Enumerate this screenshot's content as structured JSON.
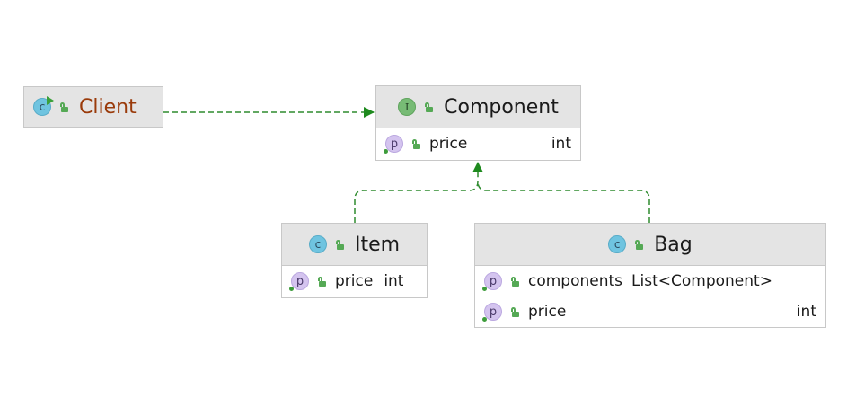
{
  "diagram": {
    "nodes": {
      "client": {
        "title": "Client",
        "kind_icon": "class-run-icon",
        "members": []
      },
      "component": {
        "title": "Component",
        "kind_icon": "interface-icon",
        "kind_letter": "I",
        "members": [
          {
            "name": "price",
            "type": "int"
          }
        ]
      },
      "item": {
        "title": "Item",
        "kind_icon": "class-icon",
        "kind_letter": "c",
        "members": [
          {
            "name": "price",
            "type": "int"
          }
        ]
      },
      "bag": {
        "title": "Bag",
        "kind_icon": "class-icon",
        "kind_letter": "c",
        "members": [
          {
            "name": "components",
            "type": "List<Component>"
          },
          {
            "name": "price",
            "type": "int"
          }
        ]
      }
    },
    "property_letter": "p",
    "client_letter": "c",
    "edges": [
      {
        "from": "Client",
        "to": "Component",
        "style": "dashed",
        "relation": "dependency"
      },
      {
        "from": "Item",
        "to": "Component",
        "style": "dashed",
        "relation": "implements"
      },
      {
        "from": "Bag",
        "to": "Component",
        "style": "dashed",
        "relation": "implements"
      }
    ],
    "colors": {
      "header_bg": "#e4e4e4",
      "border": "#c8c8c8",
      "edge": "#2e8b2e",
      "client_title": "#9a3b0b",
      "class_icon": "#6fc4e0",
      "interface_icon": "#77bb75",
      "property_icon": "#d4c4ef"
    }
  }
}
